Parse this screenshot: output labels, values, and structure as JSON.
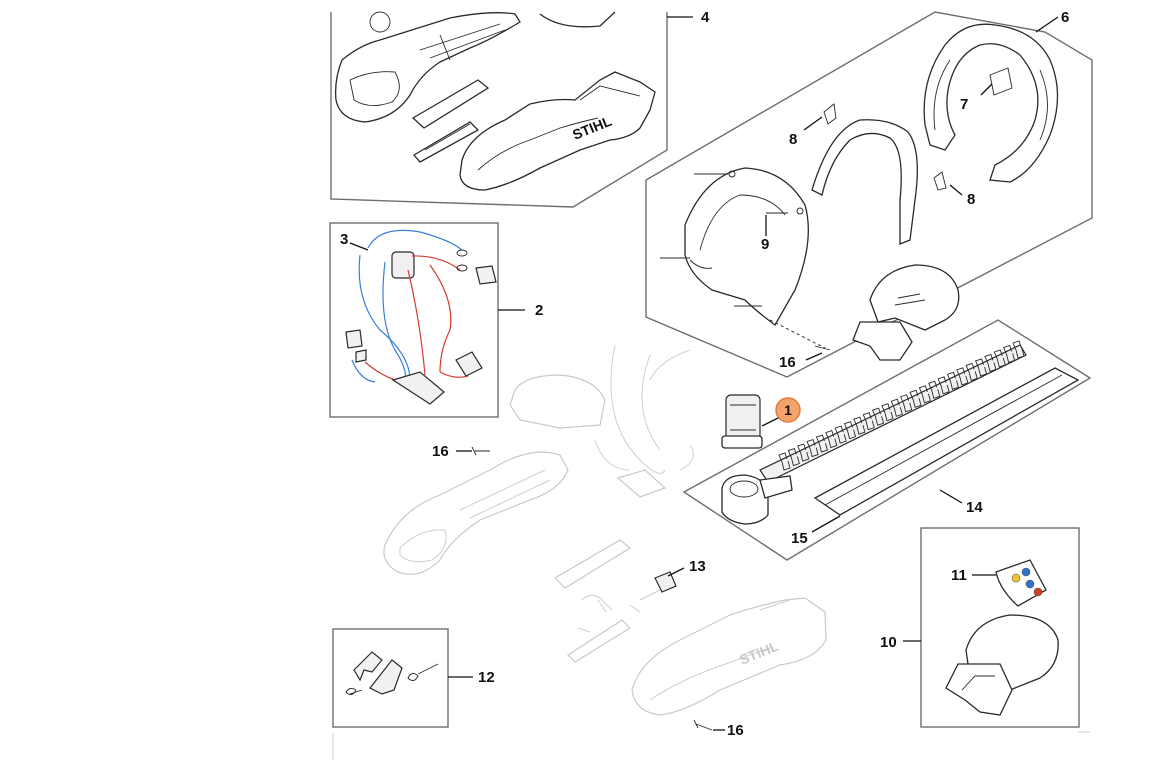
{
  "diagram": {
    "type": "exploded-parts-view",
    "highlight_color": "#f3a46d",
    "highlight_border": "#e07b3a",
    "callouts": [
      {
        "id": "c4",
        "text": "4"
      },
      {
        "id": "c6",
        "text": "6"
      },
      {
        "id": "c7",
        "text": "7"
      },
      {
        "id": "c8a",
        "text": "8"
      },
      {
        "id": "c8b",
        "text": "8"
      },
      {
        "id": "c9",
        "text": "9"
      },
      {
        "id": "c3",
        "text": "3"
      },
      {
        "id": "c2",
        "text": "2"
      },
      {
        "id": "c16a",
        "text": "16"
      },
      {
        "id": "c16b",
        "text": "16"
      },
      {
        "id": "c16c",
        "text": "16"
      },
      {
        "id": "c1",
        "text": "1"
      },
      {
        "id": "c14",
        "text": "14"
      },
      {
        "id": "c15",
        "text": "15"
      },
      {
        "id": "c13",
        "text": "13"
      },
      {
        "id": "c11",
        "text": "11"
      },
      {
        "id": "c10",
        "text": "10"
      },
      {
        "id": "c12",
        "text": "12"
      }
    ],
    "brand_marks": [
      "STIHL",
      "STIHL"
    ]
  }
}
